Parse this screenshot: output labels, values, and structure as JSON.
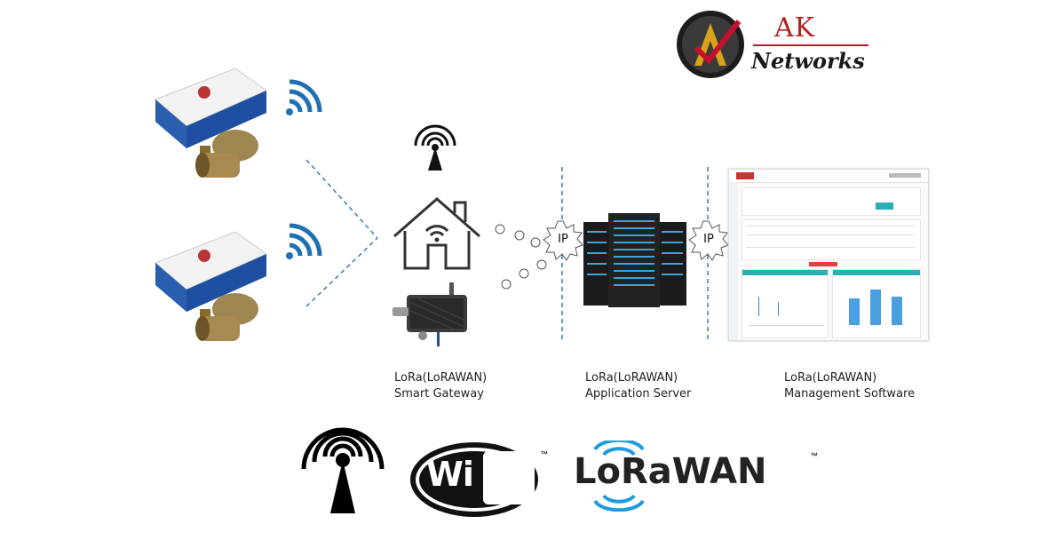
{
  "brand": {
    "line1": "AK",
    "line2": "Networks",
    "colors": {
      "red": "#c8102e",
      "dark": "#1a1a1a",
      "gold": "#d9a21b"
    }
  },
  "captions": {
    "gateway": {
      "line1": "LoRa(LoRAWAN)",
      "line2": "Smart Gateway"
    },
    "server": {
      "line1": "LoRa(LoRAWAN)",
      "line2": "Application Server"
    },
    "software": {
      "line1": "LoRa(LoRAWAN)",
      "line2": "Management Software"
    }
  },
  "ip_labels": [
    "IP",
    "IP"
  ],
  "bottom_logos": {
    "wifi_text": "Wi Fi",
    "wifi_tm": "™",
    "lorawan_text": "LoRaWAN",
    "lorawan_tm": "™"
  },
  "icons": [
    "valve-icon",
    "wireless-signal-icon",
    "antenna-tower-icon",
    "home-wifi-icon",
    "gateway-device-icon",
    "server-rack-icon",
    "dashboard-screenshot",
    "wifi-logo",
    "lorawan-logo",
    "ak-networks-logo"
  ]
}
